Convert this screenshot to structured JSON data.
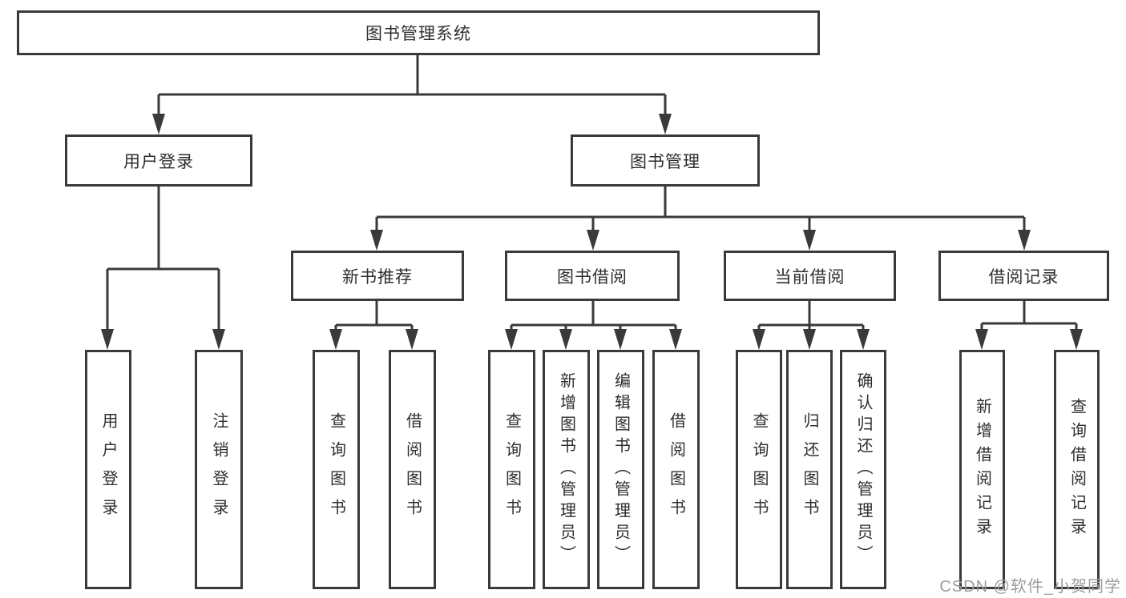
{
  "watermark": "CSDN @软件_小贺同学",
  "colors": {
    "line": "#3a3a3a",
    "box_border": "#3a3a3a",
    "text": "#2e2e2e",
    "watermark_text": "#9c9c9c",
    "background": "#ffffff"
  },
  "tree": {
    "label": "图书管理系统",
    "children": [
      {
        "label": "用户登录",
        "children": [
          {
            "label": "用户登录"
          },
          {
            "label": "注销登录"
          }
        ]
      },
      {
        "label": "图书管理",
        "children": [
          {
            "label": "新书推荐",
            "children": [
              {
                "label": "查询图书"
              },
              {
                "label": "借阅图书"
              }
            ]
          },
          {
            "label": "图书借阅",
            "children": [
              {
                "label": "查询图书"
              },
              {
                "label": "新增图书（管理员）"
              },
              {
                "label": "编辑图书（管理员）"
              },
              {
                "label": "借阅图书"
              }
            ]
          },
          {
            "label": "当前借阅",
            "children": [
              {
                "label": "查询图书"
              },
              {
                "label": "归还图书"
              },
              {
                "label": "确认归还（管理员）"
              }
            ]
          },
          {
            "label": "借阅记录",
            "children": [
              {
                "label": "新增借阅记录"
              },
              {
                "label": "查询借阅记录"
              }
            ]
          }
        ]
      }
    ]
  }
}
